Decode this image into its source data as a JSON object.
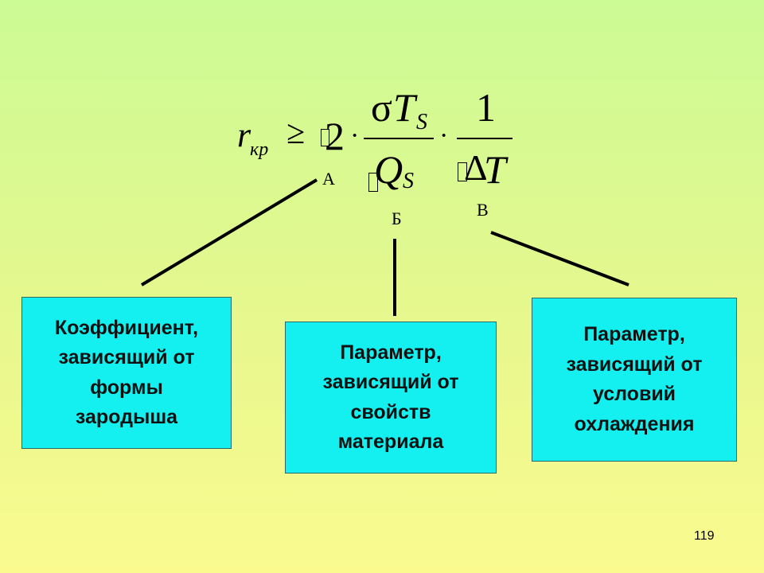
{
  "formula": {
    "lhs_var": "r",
    "lhs_sub": "кр",
    "relation": "≥",
    "coefficient": "2",
    "dot": "·",
    "frac1_num_sigma": "σ",
    "frac1_num_var": "T",
    "frac1_num_sub": "S",
    "frac1_den_var": "Q",
    "frac1_den_sub": "S",
    "frac2_num": "1",
    "frac2_den_delta": "Δ",
    "frac2_den_var": "T"
  },
  "labels": {
    "a": "А",
    "b": "Б",
    "v": "В"
  },
  "boxes": {
    "left": [
      "Коэффициент,",
      "зависящий от",
      "формы",
      "зародыша"
    ],
    "middle": [
      "Параметр,",
      "зависящий от",
      "свойств",
      "материала"
    ],
    "right": [
      "Параметр,",
      "зависящий от",
      "условий",
      "охлаждения"
    ]
  },
  "page_number": "119"
}
